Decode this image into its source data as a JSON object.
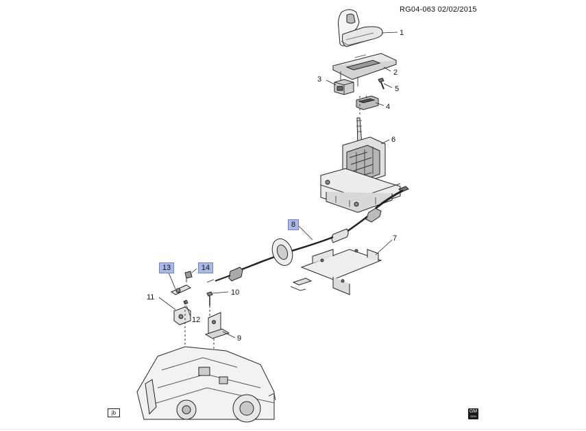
{
  "header": {
    "doc_id": "RG04-063  02/02/2015"
  },
  "callouts": [
    {
      "id": "1",
      "label": "1"
    },
    {
      "id": "2",
      "label": "2"
    },
    {
      "id": "3",
      "label": "3"
    },
    {
      "id": "4",
      "label": "4"
    },
    {
      "id": "5",
      "label": "5"
    },
    {
      "id": "6",
      "label": "6"
    },
    {
      "id": "7",
      "label": "7"
    },
    {
      "id": "8",
      "label": "8",
      "highlighted": true
    },
    {
      "id": "9",
      "label": "9"
    },
    {
      "id": "10",
      "label": "10"
    },
    {
      "id": "11",
      "label": "11"
    },
    {
      "id": "12",
      "label": "12"
    },
    {
      "id": "13",
      "label": "13",
      "highlighted": true
    },
    {
      "id": "14",
      "label": "14",
      "highlighted": true
    }
  ],
  "footer": {
    "left_badge": "jb",
    "right_logo": "GM",
    "right_logo_sub": "GEN"
  },
  "colors": {
    "highlight": "#a9b8e6",
    "line": "#222222",
    "background": "#ffffff"
  }
}
